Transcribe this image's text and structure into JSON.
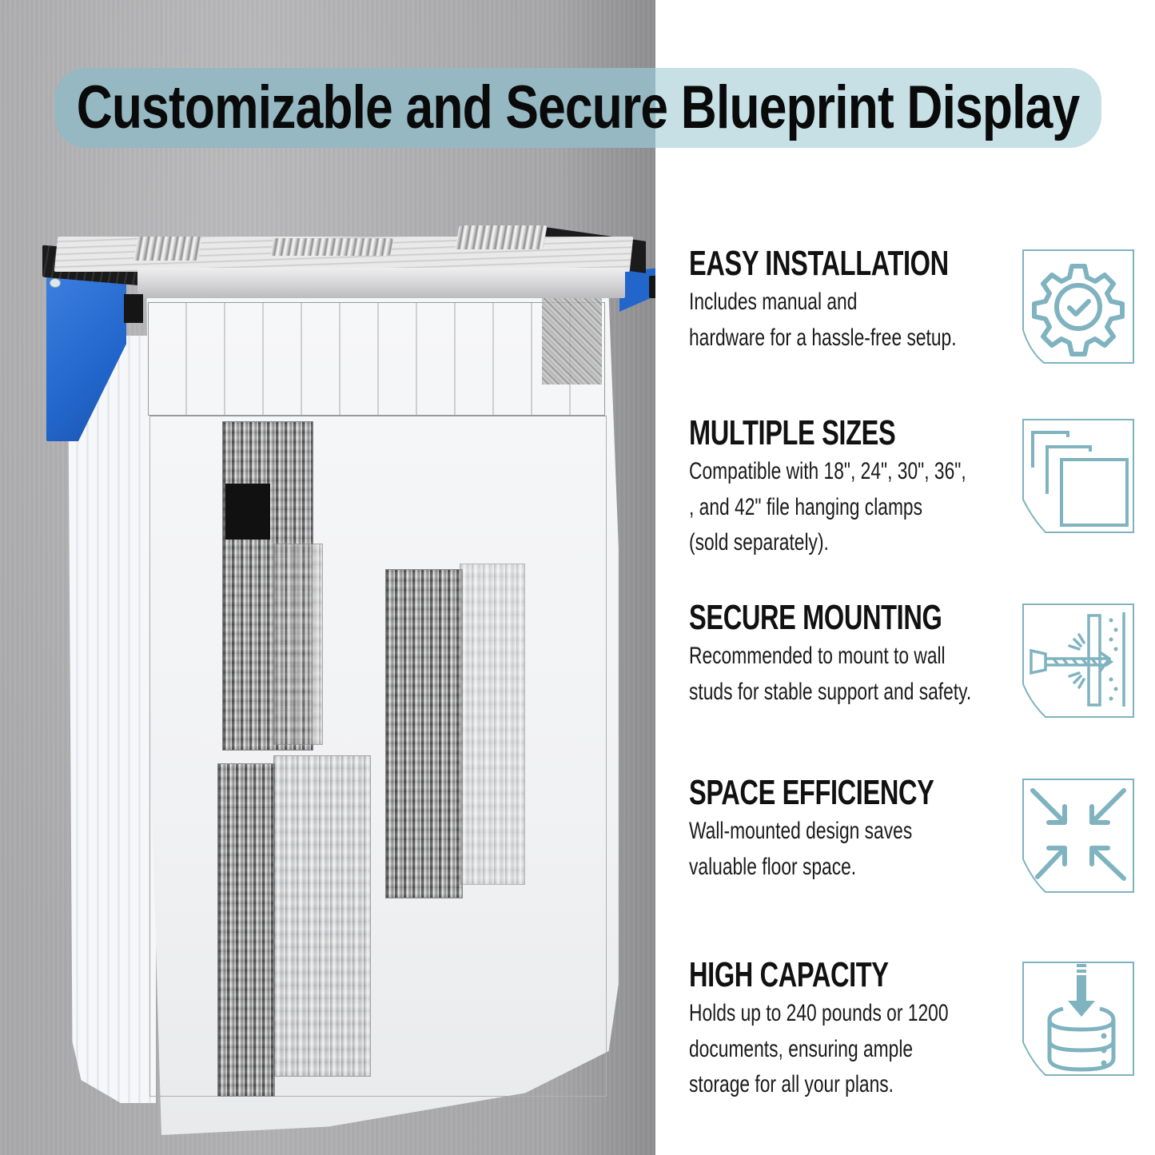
{
  "banner": {
    "title": "Customizable and Secure Blueprint Display",
    "bg_left": "#95b8c2",
    "bg_right": "#c6e0e6"
  },
  "product_photo": {
    "subject": "Wall-mounted blueprint hanging rack with blue brackets holding large-format plan sheets",
    "bracket_color": "#2266cc"
  },
  "features": [
    {
      "title": "EASY INSTALLATION",
      "lines": [
        "Includes manual and",
        "hardware for a hassle-free setup."
      ],
      "icon": "gear-check-icon"
    },
    {
      "title": "MULTIPLE SIZES",
      "lines": [
        "Compatible with 18\", 24\", 30\", 36\",",
        ", and 42\" file hanging clamps",
        "(sold separately)."
      ],
      "icon": "stacked-sheets-icon"
    },
    {
      "title": "SECURE MOUNTING",
      "lines": [
        "Recommended to mount to wall",
        "studs for stable support and safety."
      ],
      "icon": "drill-wall-icon"
    },
    {
      "title": "SPACE EFFICIENCY",
      "lines": [
        "Wall-mounted design saves",
        "valuable floor space."
      ],
      "icon": "compress-arrows-icon"
    },
    {
      "title": "HIGH CAPACITY",
      "lines": [
        "Holds up to 240 pounds or 1200",
        "documents, ensuring ample",
        "storage for all your plans."
      ],
      "icon": "database-download-icon"
    }
  ],
  "icon_color": "#7fb3c0"
}
